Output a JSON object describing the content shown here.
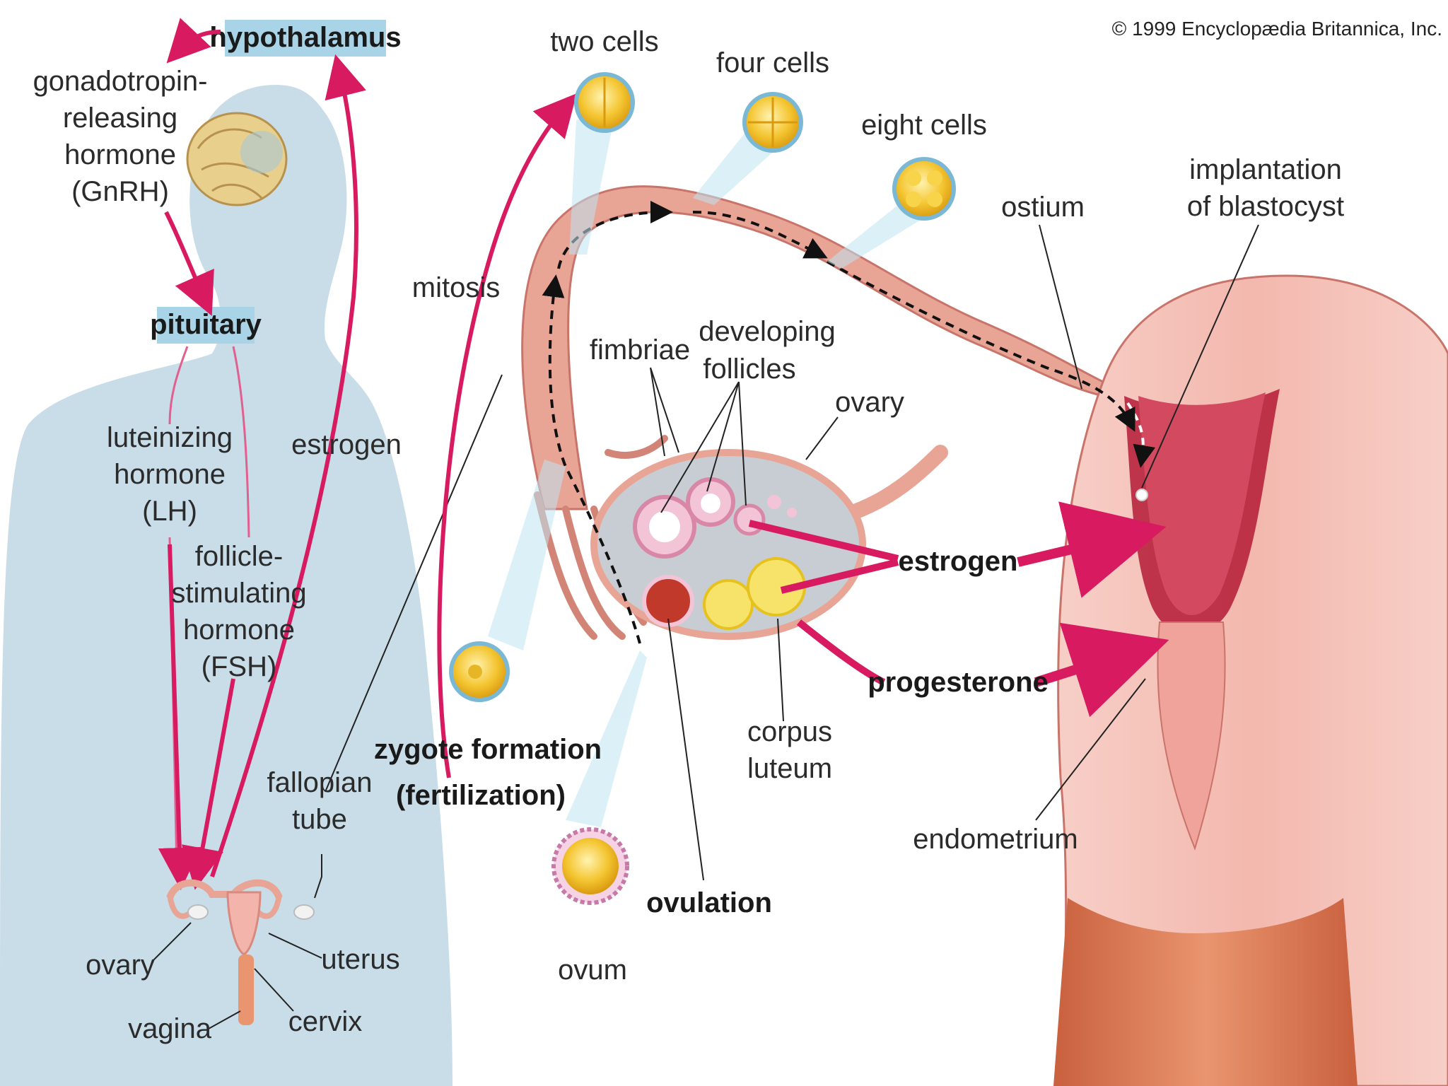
{
  "copyright": "© 1999 Encyclopædia Britannica, Inc.",
  "labels": {
    "hypothalamus": "hypothalamus",
    "gnrh": [
      "gonadotropin-",
      "releasing",
      "hormone",
      "(GnRH)"
    ],
    "pituitary": "pituitary",
    "lh": [
      "luteinizing",
      "hormone",
      "(LH)"
    ],
    "fsh": [
      "follicle-",
      "stimulating",
      "hormone",
      "(FSH)"
    ],
    "estrogen_left": "estrogen",
    "fallopian_tube": [
      "fallopian",
      "tube"
    ],
    "ovary_left": "ovary",
    "uterus": "uterus",
    "cervix": "cervix",
    "vagina": "vagina",
    "two_cells": "two cells",
    "four_cells": "four cells",
    "eight_cells": "eight cells",
    "mitosis": "mitosis",
    "fimbriae": "fimbriae",
    "developing_follicles": [
      "developing",
      "follicles"
    ],
    "ovary_right": "ovary",
    "ostium": "ostium",
    "implantation": [
      "implantation",
      "of blastocyst"
    ],
    "estrogen_right": "estrogen",
    "progesterone": "progesterone",
    "zygote": [
      "zygote formation",
      "(fertilization)"
    ],
    "corpus_luteum": [
      "corpus",
      "luteum"
    ],
    "ovulation": "ovulation",
    "ovum": "ovum",
    "endometrium": "endometrium"
  },
  "colors": {
    "hormone_arrow": "#d81b60",
    "body_silhouette": "#c9dde9",
    "label_highlight": "#a9d3e6",
    "tissue": "#e8a596",
    "uterus_wall": "#f2c2bb",
    "cavity": "#b8243d",
    "cell": "#f4c531"
  }
}
